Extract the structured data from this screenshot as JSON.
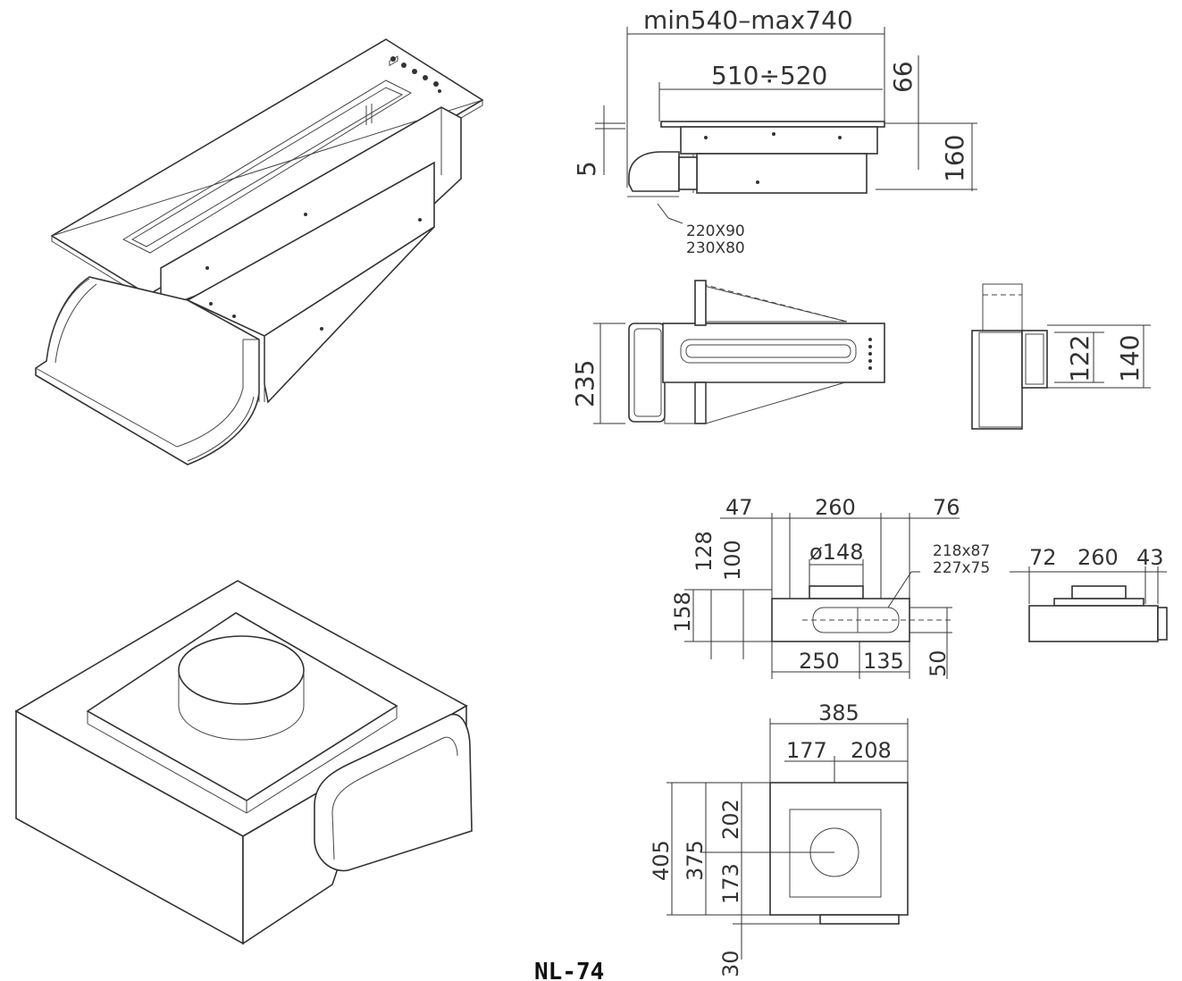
{
  "dimensions": {
    "top_view": {
      "overall_width": "min540–max740",
      "cutout_width": "510÷520",
      "height_66": "66",
      "height_160": "160",
      "thickness_5": "5",
      "duct_size_1": "220X90",
      "duct_size_2": "230X80"
    },
    "mid_view": {
      "depth_235": "235",
      "h_122": "122",
      "h_140": "140"
    },
    "motor_front": {
      "w_47": "47",
      "w_260": "260",
      "w_76": "76",
      "h_128": "128",
      "h_100": "100",
      "diameter": "ø148",
      "outlet_1": "218x87",
      "outlet_2": "227x75",
      "h_158": "158",
      "w_250": "250",
      "w_135": "135",
      "h_50": "50"
    },
    "motor_side": {
      "w_72": "72",
      "w_260": "260",
      "w_43": "43"
    },
    "motor_plan": {
      "w_385": "385",
      "w_177": "177",
      "w_208": "208",
      "h_405": "405",
      "h_375": "375",
      "h_202": "202",
      "h_173": "173",
      "h_30": "30"
    }
  },
  "page_label": "NL-74"
}
